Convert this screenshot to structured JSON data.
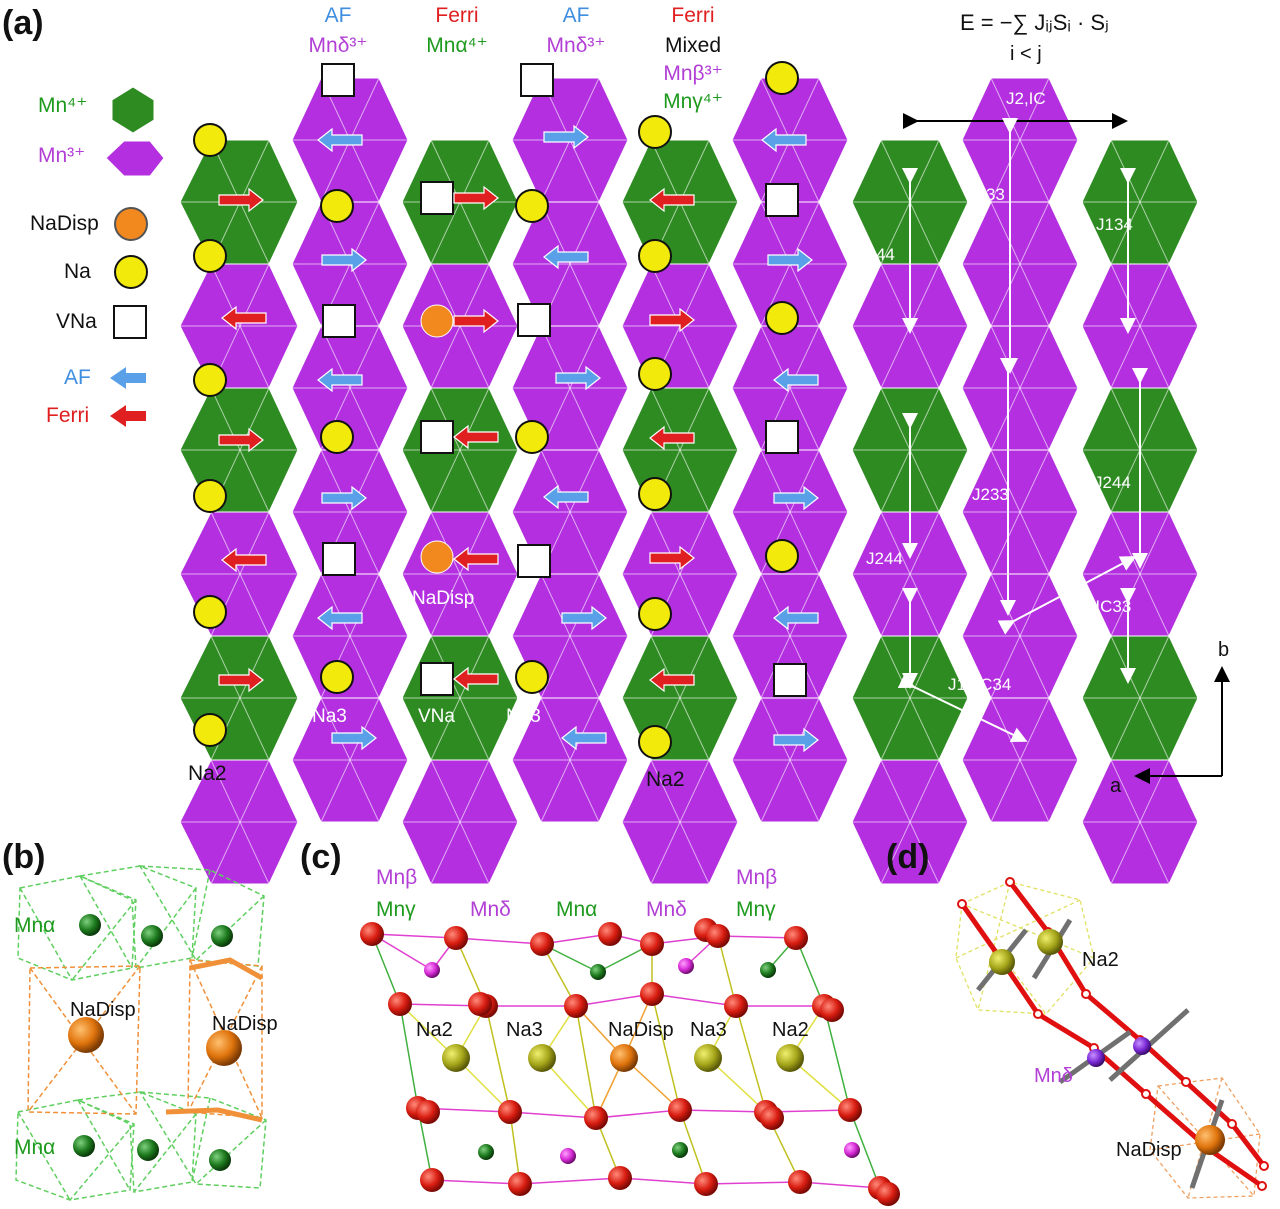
{
  "panels": {
    "a": {
      "label": "(a)",
      "equation": "E = −∑ JᵢⱼSᵢ · Sⱼ",
      "equation_sub": "i < j",
      "legend": {
        "mn4": "Mn⁴⁺",
        "mn3": "Mn³⁺",
        "na_disp": "NaDisp",
        "na": "Na",
        "v_na": "VNa",
        "af": "AF",
        "ferri": "Ferri"
      },
      "columns": [
        {
          "top": "AF",
          "bottom": "Mnδ³⁺",
          "top_color": "#3f8ee0",
          "bottom_color": "#b23ed6"
        },
        {
          "top": "Ferri",
          "bottom": "Mnα⁴⁺",
          "top_color": "#e02020",
          "bottom_color": "#1e9a1e"
        },
        {
          "top": "AF",
          "bottom": "Mnδ³⁺",
          "top_color": "#3f8ee0",
          "bottom_color": "#b23ed6"
        },
        {
          "top": "Ferri",
          "line2": "Mixed",
          "line3": "Mnβ³⁺",
          "line4": "Mnγ⁴⁺"
        }
      ],
      "site_labels": {
        "na2_left": "Na2",
        "na3_left": "Na3",
        "v_na": "VNa",
        "na3_right": "Na3",
        "na2_right": "Na2",
        "na_disp": "NaDisp"
      },
      "couplings": [
        "J2,IC",
        "J133",
        "J134",
        "J144",
        "J233",
        "J244",
        "J244",
        "J1, IC33",
        "J1, IC34"
      ],
      "axes": {
        "b": "b",
        "a": "a"
      },
      "colors": {
        "mn4": "#2e8b22",
        "mn3": "#b32fe0",
        "na": "#f2ea0a",
        "na_disp": "#f2891f",
        "af_arrow": "#5aa0e8",
        "ferri_arrow": "#e02020"
      }
    },
    "b": {
      "label": "(b)",
      "atoms": [
        "Mnα",
        "NaDisp",
        "NaDisp",
        "Mnα"
      ]
    },
    "c": {
      "label": "(c)",
      "top_labels": [
        "Mnβ",
        "Mnγ",
        "Mnδ",
        "Mnα",
        "Mnδ",
        "Mnβ",
        "Mnγ"
      ],
      "site_labels": [
        "Na2",
        "Na3",
        "NaDisp",
        "Na3",
        "Na2"
      ]
    },
    "d": {
      "label": "(d)",
      "atoms": [
        "Na2",
        "Mnδ",
        "NaDisp"
      ]
    }
  }
}
